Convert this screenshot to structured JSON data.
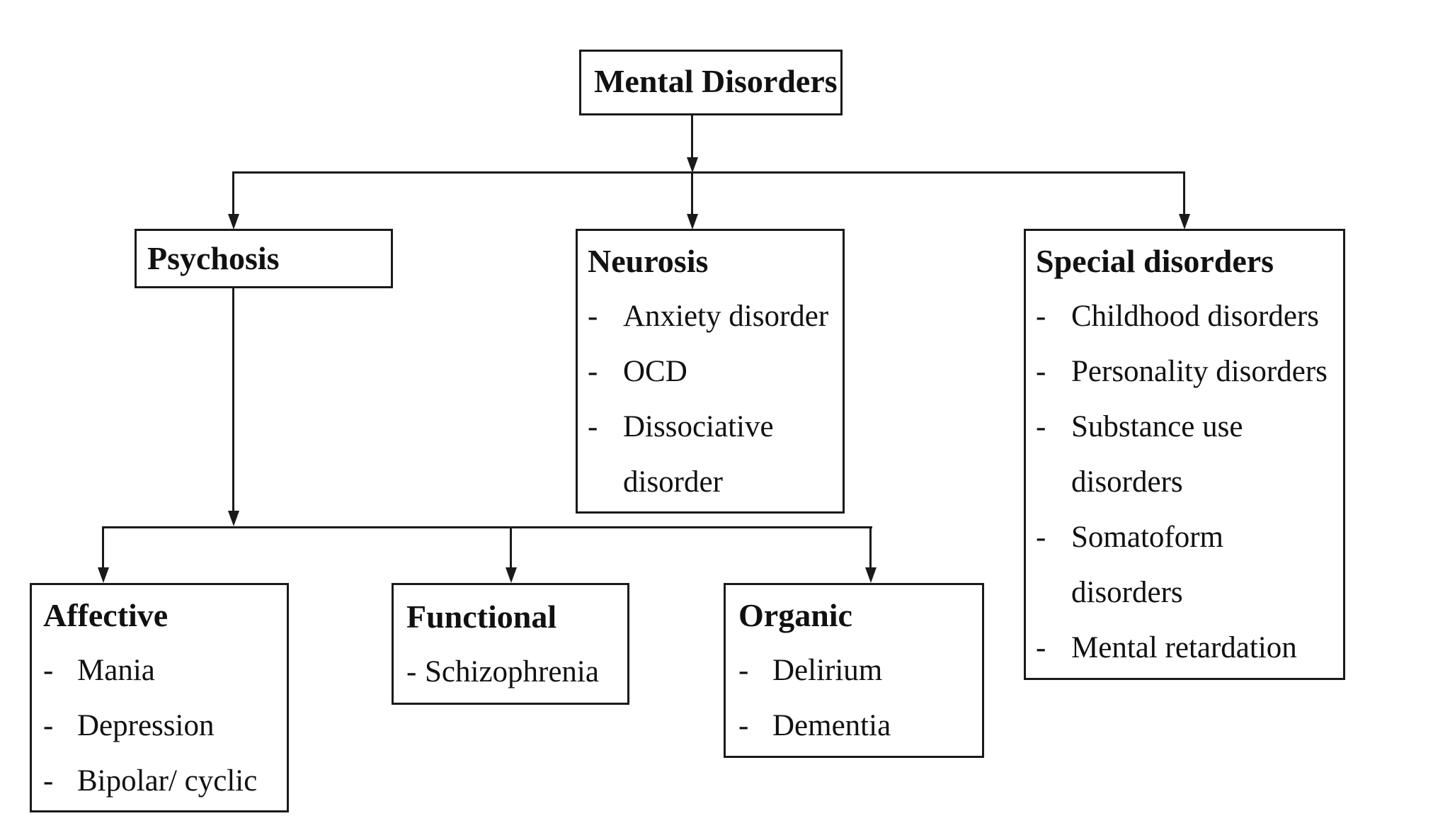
{
  "diagram": {
    "type": "flowchart",
    "bullet": "-",
    "root": {
      "title": "Mental Disorders",
      "children": [
        {
          "title": "Psychosis",
          "items": [],
          "children": [
            {
              "title": "Affective",
              "items": [
                "Mania",
                "Depression",
                "Bipolar/ cyclic"
              ]
            },
            {
              "title": "Functional",
              "items": [
                "Schizophrenia"
              ]
            },
            {
              "title": "Organic",
              "items": [
                "Delirium",
                "Dementia"
              ]
            }
          ]
        },
        {
          "title": "Neurosis",
          "items": [
            "Anxiety disorder",
            "OCD",
            "Dissociative disorder"
          ],
          "children": []
        },
        {
          "title": "Special disorders",
          "items": [
            "Childhood disorders",
            "Personality disorders",
            "Substance use disorders",
            "Somatoform disorders",
            "Mental retardation"
          ],
          "children": []
        }
      ]
    }
  },
  "colors": {
    "text": "#111111",
    "box_border": "#1a1a1a",
    "connector_line": "#1a1a1a",
    "background": "#ffffff"
  }
}
